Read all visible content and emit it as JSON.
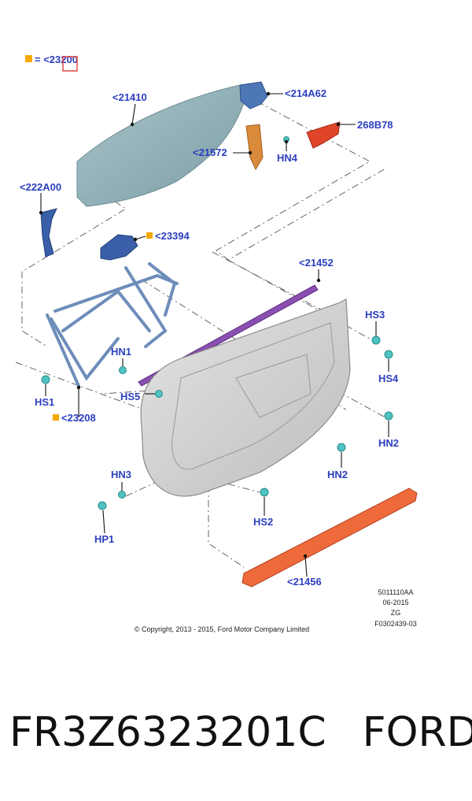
{
  "legend": {
    "symbol_color": "#f5a800",
    "text": "= <23200"
  },
  "callouts": {
    "c21410": "<21410",
    "c214A62": "<214A62",
    "c268B78": "268B78",
    "c21572": "<21572",
    "cHN4": "HN4",
    "c222A00": "<222A00",
    "c23394": "<23394",
    "c21452": "<21452",
    "cHS3": "HS3",
    "cHS4": "HS4",
    "cHN1": "HN1",
    "cHS5": "HS5",
    "cHS1": "HS1",
    "c23208": "<23208",
    "cHN2a": "HN2",
    "cHN2b": "HN2",
    "cHN3": "HN3",
    "cHS2": "HS2",
    "cHP1": "HP1",
    "c21456": "<21456"
  },
  "drawing_info": {
    "line1": "5011110AA",
    "line2": "06-2015",
    "line3": "ZG",
    "line4": "F0302439-03"
  },
  "copyright": "© Copyright, 2013 - 2015, Ford Motor Company Limited",
  "footer": {
    "part_number": "FR3Z6323201C",
    "brand": "FORD"
  },
  "colors": {
    "callout": "#2b3fbf",
    "glass": "#8fb0b8",
    "bracket_blue": "#3a5fa8",
    "regulator": "#7f9fc8",
    "orange_part": "#d98a3a",
    "red_part": "#e0452a",
    "weatherstrip_purple": "#8a4fb0",
    "beltline_orange": "#ee6a3a",
    "fastener_teal": "#4fc2c2"
  }
}
